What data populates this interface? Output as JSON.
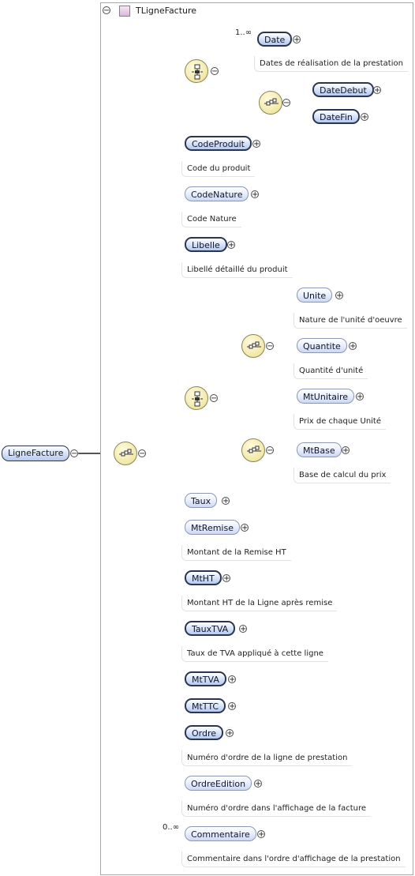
{
  "frame": {
    "title": "TLigneFacture"
  },
  "root": {
    "label": "LigneFacture"
  },
  "date": {
    "label": "Date",
    "cardinality": "1..∞",
    "doc": "Dates de réalisation de la prestation"
  },
  "datedebut": {
    "label": "DateDebut"
  },
  "datefin": {
    "label": "DateFin"
  },
  "codeproduit": {
    "label": "CodeProduit",
    "doc": "Code du produit"
  },
  "codenature": {
    "label": "CodeNature",
    "doc": "Code Nature"
  },
  "libelle": {
    "label": "Libelle",
    "doc": "Libellé détaillé du produit"
  },
  "unite": {
    "label": "Unite",
    "doc": "Nature de l'unité d'oeuvre"
  },
  "quantite": {
    "label": "Quantite",
    "doc": "Quantité d'unité"
  },
  "mtunitaire": {
    "label": "MtUnitaire",
    "doc": "Prix de chaque Unité"
  },
  "mtbase": {
    "label": "MtBase",
    "doc": "Base de calcul du prix"
  },
  "taux": {
    "label": "Taux"
  },
  "mtremise": {
    "label": "MtRemise",
    "doc": "Montant de la Remise HT"
  },
  "mtht": {
    "label": "MtHT",
    "doc": "Montant HT de la Ligne après remise"
  },
  "tauxtva": {
    "label": "TauxTVA",
    "doc": "Taux de TVA appliqué à cette ligne"
  },
  "mttva": {
    "label": "MtTVA"
  },
  "mtttc": {
    "label": "MtTTC"
  },
  "ordre": {
    "label": "Ordre",
    "doc": "Numéro d'ordre de la ligne de prestation"
  },
  "ordreedition": {
    "label": "OrdreEdition",
    "doc": "Numéro d'ordre dans l'affichage de la facture"
  },
  "commentaire": {
    "label": "Commentaire",
    "cardinality": "0..∞",
    "doc": "Commentaire dans l'ordre d'affichage de la prestation"
  },
  "icons": {
    "expand": "plus-circle-icon",
    "collapse": "minus-circle-icon",
    "sequence": "sequence-compositor-icon",
    "choice": "choice-compositor-icon"
  },
  "colors": {
    "element_fill": "#c8d6f3",
    "compositor_fill": "#f1e7a8",
    "line_required": "#555555",
    "line_optional": "#b5b5b5"
  }
}
